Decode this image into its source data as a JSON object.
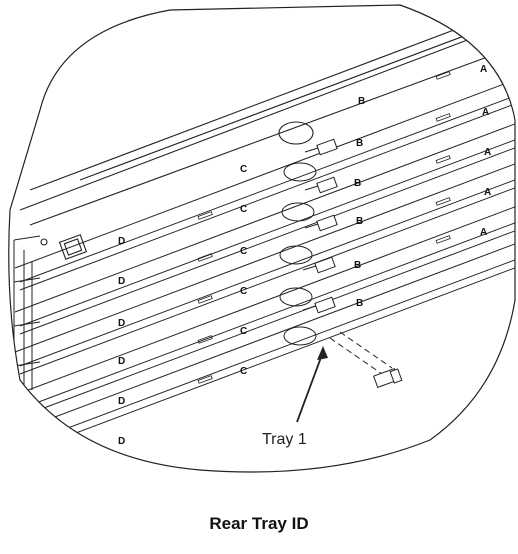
{
  "figure": {
    "caption": "Rear Tray ID",
    "callout_label": "Tray 1",
    "column_letters": [
      "A",
      "B",
      "C",
      "D"
    ]
  }
}
